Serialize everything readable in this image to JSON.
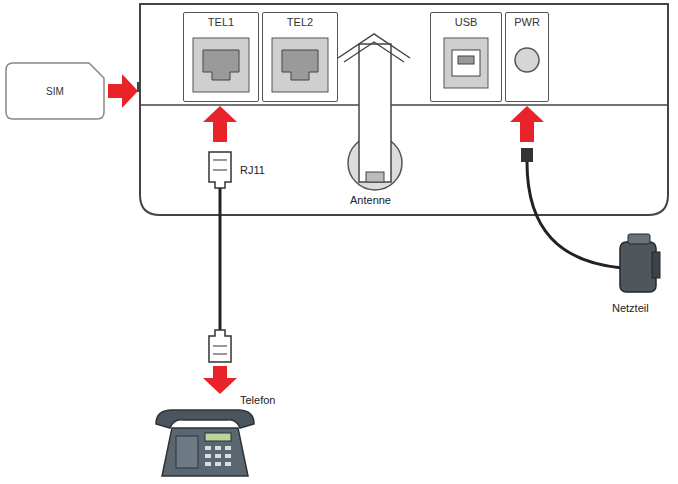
{
  "diagram": {
    "nodes": [
      {
        "text": [
          "SIM"
        ]
      },
      {
        "text": [
          "TEL1"
        ]
      },
      {
        "text": [
          "TEL2"
        ]
      },
      {
        "text": [
          "USB"
        ]
      },
      {
        "text": [
          "PWR"
        ]
      }
    ],
    "labels": [
      "RJ11",
      "Antenne",
      "Netzteil",
      "Telefon"
    ]
  }
}
